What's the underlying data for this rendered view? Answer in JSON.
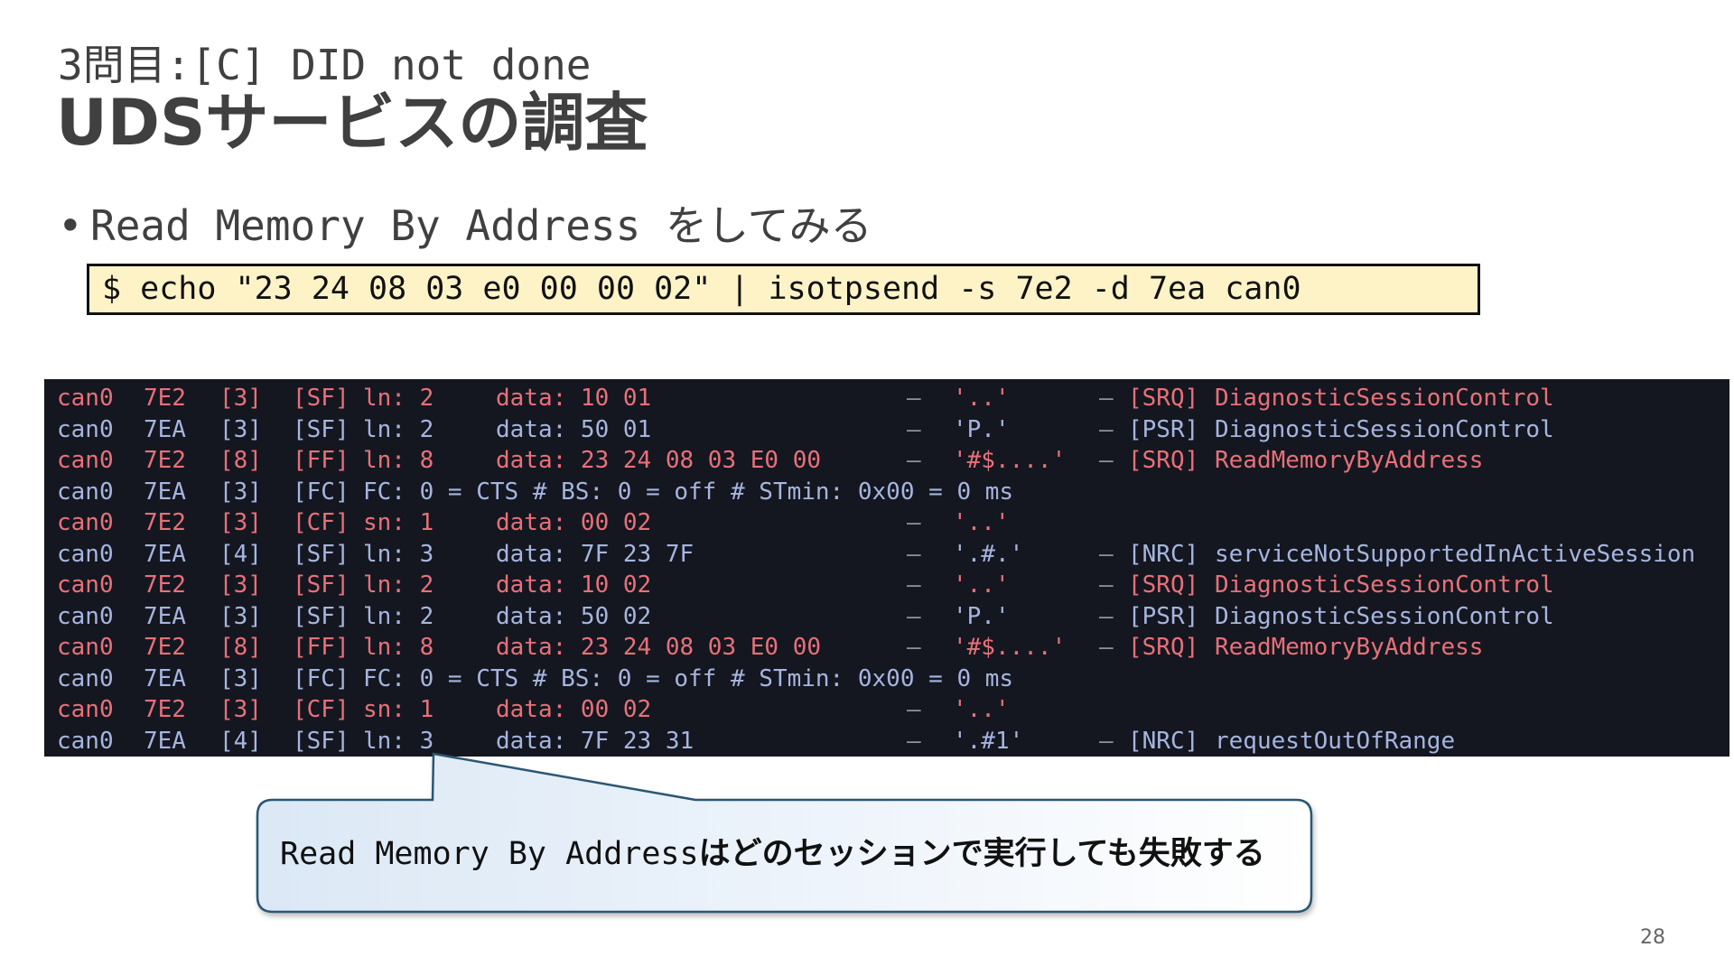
{
  "slide": {
    "subtitle": "3問目:[C] DID not done",
    "title": "UDSサービスの調査",
    "bullet_symbol": "•",
    "bullet_text": "Read Memory By Address をしてみる",
    "command": "$ echo \"23 24 08 03 e0 00 00 02\" | isotpsend -s 7e2 -d 7ea can0",
    "page_number": "28"
  },
  "terminal": {
    "rows": [
      {
        "iface": "can0",
        "id": "7E2",
        "len": "[3]",
        "frame": "[SF]",
        "field": "ln: 2",
        "data": "data: 10 01",
        "dash": "–",
        "ascii": "'..'",
        "dash2": "–",
        "tag": "[SRQ]",
        "service": "DiagnosticSessionControl",
        "dir": "req"
      },
      {
        "iface": "can0",
        "id": "7EA",
        "len": "[3]",
        "frame": "[SF]",
        "field": "ln: 2",
        "data": "data: 50 01",
        "dash": "–",
        "ascii": "'P.'",
        "dash2": "–",
        "tag": "[PSR]",
        "service": "DiagnosticSessionControl",
        "dir": "resp"
      },
      {
        "iface": "can0",
        "id": "7E2",
        "len": "[8]",
        "frame": "[FF]",
        "field": "ln: 8",
        "data": "data: 23 24 08 03 E0 00",
        "dash": "–",
        "ascii": "'#$....'",
        "dash2": "–",
        "tag": "[SRQ]",
        "service": "ReadMemoryByAddress",
        "dir": "req"
      },
      {
        "iface": "can0",
        "id": "7EA",
        "len": "[3]",
        "frame": "[FC]",
        "field": "FC: 0 = CTS # BS: 0 = off # STmin: 0x00 = 0 ms",
        "data": "",
        "dash": "",
        "ascii": "",
        "dash2": "",
        "tag": "",
        "service": "",
        "dir": "resp"
      },
      {
        "iface": "can0",
        "id": "7E2",
        "len": "[3]",
        "frame": "[CF]",
        "field": "sn: 1",
        "data": "data: 00 02",
        "dash": "–",
        "ascii": "'..'",
        "dash2": "",
        "tag": "",
        "service": "",
        "dir": "req"
      },
      {
        "iface": "can0",
        "id": "7EA",
        "len": "[4]",
        "frame": "[SF]",
        "field": "ln: 3",
        "data": "data: 7F 23 7F",
        "dash": "–",
        "ascii": "'.#.'",
        "dash2": "–",
        "tag": "[NRC]",
        "service": "serviceNotSupportedInActiveSession",
        "dir": "resp"
      },
      {
        "iface": "can0",
        "id": "7E2",
        "len": "[3]",
        "frame": "[SF]",
        "field": "ln: 2",
        "data": "data: 10 02",
        "dash": "–",
        "ascii": "'..'",
        "dash2": "–",
        "tag": "[SRQ]",
        "service": "DiagnosticSessionControl",
        "dir": "req"
      },
      {
        "iface": "can0",
        "id": "7EA",
        "len": "[3]",
        "frame": "[SF]",
        "field": "ln: 2",
        "data": "data: 50 02",
        "dash": "–",
        "ascii": "'P.'",
        "dash2": "–",
        "tag": "[PSR]",
        "service": "DiagnosticSessionControl",
        "dir": "resp"
      },
      {
        "iface": "can0",
        "id": "7E2",
        "len": "[8]",
        "frame": "[FF]",
        "field": "ln: 8",
        "data": "data: 23 24 08 03 E0 00",
        "dash": "–",
        "ascii": "'#$....'",
        "dash2": "–",
        "tag": "[SRQ]",
        "service": "ReadMemoryByAddress",
        "dir": "req"
      },
      {
        "iface": "can0",
        "id": "7EA",
        "len": "[3]",
        "frame": "[FC]",
        "field": "FC: 0 = CTS # BS: 0 = off # STmin: 0x00 = 0 ms",
        "data": "",
        "dash": "",
        "ascii": "",
        "dash2": "",
        "tag": "",
        "service": "",
        "dir": "resp"
      },
      {
        "iface": "can0",
        "id": "7E2",
        "len": "[3]",
        "frame": "[CF]",
        "field": "sn: 1",
        "data": "data: 00 02",
        "dash": "–",
        "ascii": "'..'",
        "dash2": "",
        "tag": "",
        "service": "",
        "dir": "req"
      },
      {
        "iface": "can0",
        "id": "7EA",
        "len": "[4]",
        "frame": "[SF]",
        "field": "ln: 3",
        "data": "data: 7F 23 31",
        "dash": "–",
        "ascii": "'.#1'",
        "dash2": "–",
        "tag": "[NRC]",
        "service": "requestOutOfRange",
        "dir": "resp"
      }
    ]
  },
  "callout": {
    "text_latin": "Read Memory By Address",
    "text_jp": "はどのセッションで実行しても失敗する"
  },
  "colors": {
    "request": "#e8707a",
    "response": "#a6b5e0",
    "terminal_bg": "#14171f",
    "command_bg": "#fdf3c7",
    "callout_fill_top": "#ffffff",
    "callout_fill_bottom": "#dbe8f5",
    "callout_border": "#2a5773",
    "title_text": "#404040"
  }
}
